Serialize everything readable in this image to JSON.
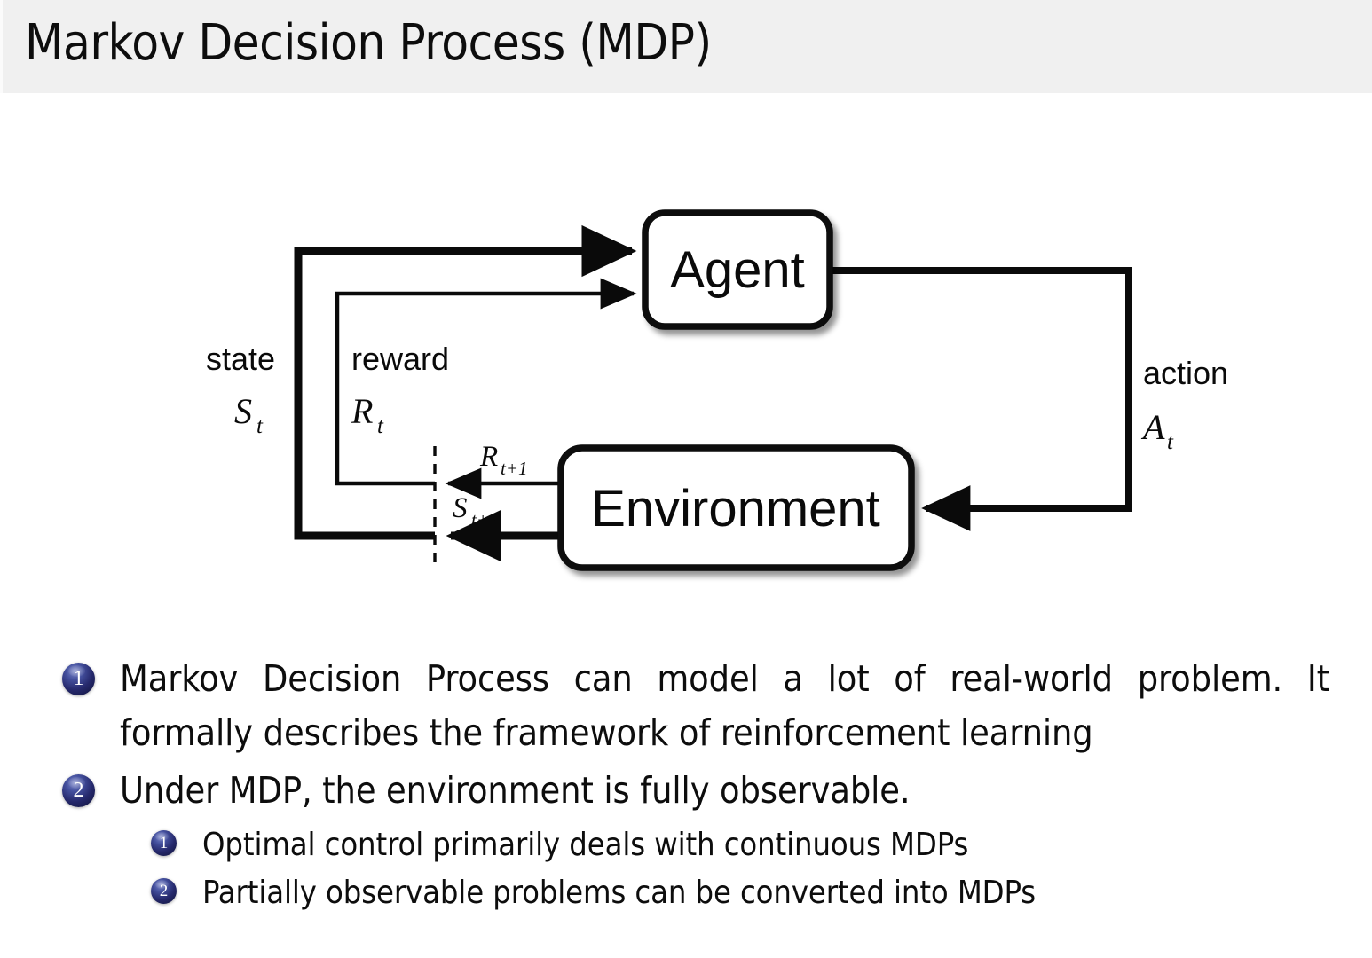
{
  "header": {
    "title": "Markov Decision Process (MDP)"
  },
  "diagram": {
    "name": "agent-environment-interaction-loop",
    "nodes": {
      "agent": "Agent",
      "environment": "Environment"
    },
    "edge_labels": {
      "state_word": "state",
      "state_symbol": "S",
      "state_symbol_sub": "t",
      "reward_word": "reward",
      "reward_symbol": "R",
      "reward_symbol_sub": "t",
      "action_word": "action",
      "action_symbol": "A",
      "action_symbol_sub": "t",
      "next_reward_symbol": "R",
      "next_reward_sub": "t+1",
      "next_state_symbol": "S",
      "next_state_sub": "t+1"
    },
    "colors": {
      "line": "#0a0a0a",
      "box_fill": "#ffffff",
      "box_border": "#0a0a0a"
    }
  },
  "bullets": [
    {
      "number": "1",
      "text": "Markov Decision Process can model a lot of real-world problem. It formally describes the framework of reinforcement learning",
      "children": []
    },
    {
      "number": "2",
      "text": "Under MDP, the environment is fully observable.",
      "children": [
        {
          "number": "1",
          "text": "Optimal control primarily deals with continuous MDPs"
        },
        {
          "number": "2",
          "text": "Partially observable problems can be converted into MDPs"
        }
      ]
    }
  ],
  "theme": {
    "header_background": "#f0f0f0",
    "page_background": "#ffffff",
    "text_color": "#0d0d0d",
    "badge_color": "#25286b"
  }
}
